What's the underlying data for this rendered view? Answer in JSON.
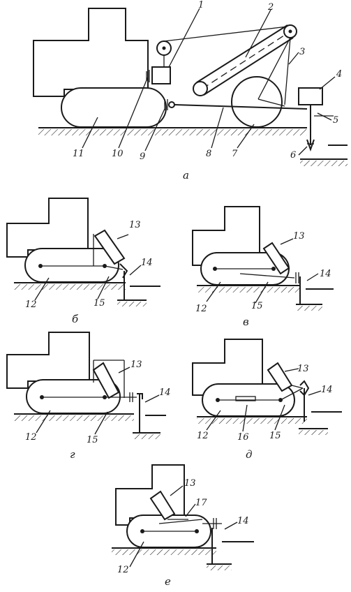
{
  "figure_a": {
    "caption": "а",
    "labels": [
      "1",
      "2",
      "3",
      "4",
      "5",
      "6",
      "7",
      "8",
      "9",
      "10",
      "11"
    ]
  },
  "figure_b": {
    "caption": "б",
    "labels": [
      "13",
      "14",
      "12",
      "15"
    ]
  },
  "figure_v": {
    "caption": "в",
    "labels": [
      "13",
      "14",
      "12",
      "15"
    ]
  },
  "figure_g": {
    "caption": "г",
    "labels": [
      "13",
      "14",
      "12",
      "15"
    ]
  },
  "figure_d": {
    "caption": "д",
    "labels": [
      "13",
      "14",
      "12",
      "16",
      "15"
    ]
  },
  "figure_e": {
    "caption": "е",
    "labels": [
      "13",
      "17",
      "14",
      "12"
    ]
  }
}
